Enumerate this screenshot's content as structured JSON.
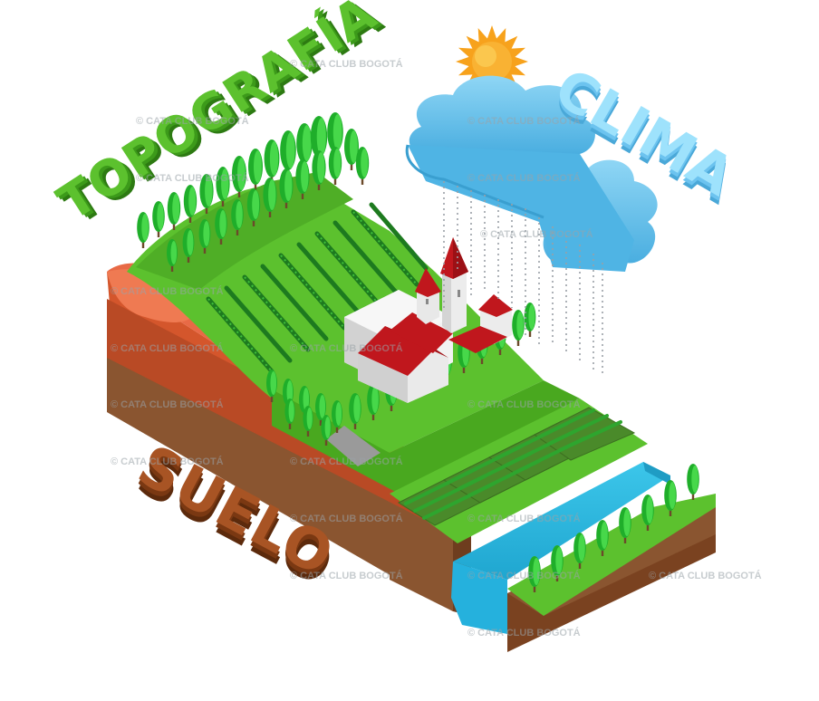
{
  "labels": {
    "topografia": "TOPOGRAFÍA",
    "clima": "CLIMA",
    "suelo": "SUELO"
  },
  "watermark": "© CATA CLUB BOGOTÁ",
  "colors": {
    "topografia": "#4aa820",
    "clima": "#7fd4f5",
    "suelo": "#8a4216",
    "grass": "#5cc12e",
    "soil_top": "#e0643f",
    "soil_mid": "#c8532a",
    "soil_deep": "#8a5530",
    "water": "#29b6dc",
    "cloud": "#5cbde8",
    "sun": "#f7a21c",
    "roof": "#c0171d",
    "wall": "#eeeeee"
  },
  "icons": [
    "sun-icon",
    "cloud-icon",
    "rain-icon",
    "tree-icon",
    "church-icon",
    "river-icon",
    "vineyard-icon"
  ]
}
